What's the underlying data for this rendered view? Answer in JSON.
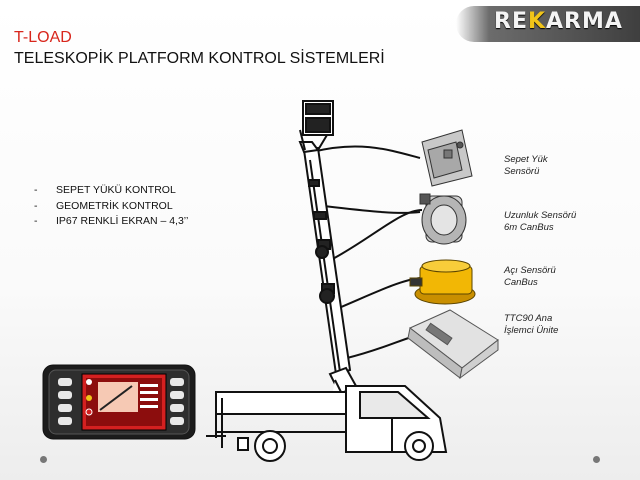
{
  "brand": {
    "logo_prefix": "RE",
    "logo_highlight": "K",
    "logo_suffix": "ARMA"
  },
  "header": {
    "product": "T-LOAD",
    "title": "TELESKOPİK PLATFORM KONTROL SİSTEMLERİ"
  },
  "features": [
    "SEPET YÜKÜ KONTROL",
    "GEOMETRİK KONTROL",
    "IP67 RENKLİ EKRAN – 4,3’’"
  ],
  "components": {
    "basket_sensor": {
      "line1": "Sepet Yük",
      "line2": "Sensörü"
    },
    "length_sensor": {
      "line1": "Uzunluk Sensörü",
      "line2": "6m CanBus"
    },
    "angle_sensor": {
      "line1": "Açı Sensörü",
      "line2": "CanBus"
    },
    "controller": {
      "line1": "TTC90 Ana",
      "line2": "İşlemci Ünite"
    }
  },
  "colors": {
    "title_red": "#d8261c",
    "logo_yellow": "#f0c419",
    "angle_sensor": "#f2b705",
    "display_red": "#d42020"
  }
}
